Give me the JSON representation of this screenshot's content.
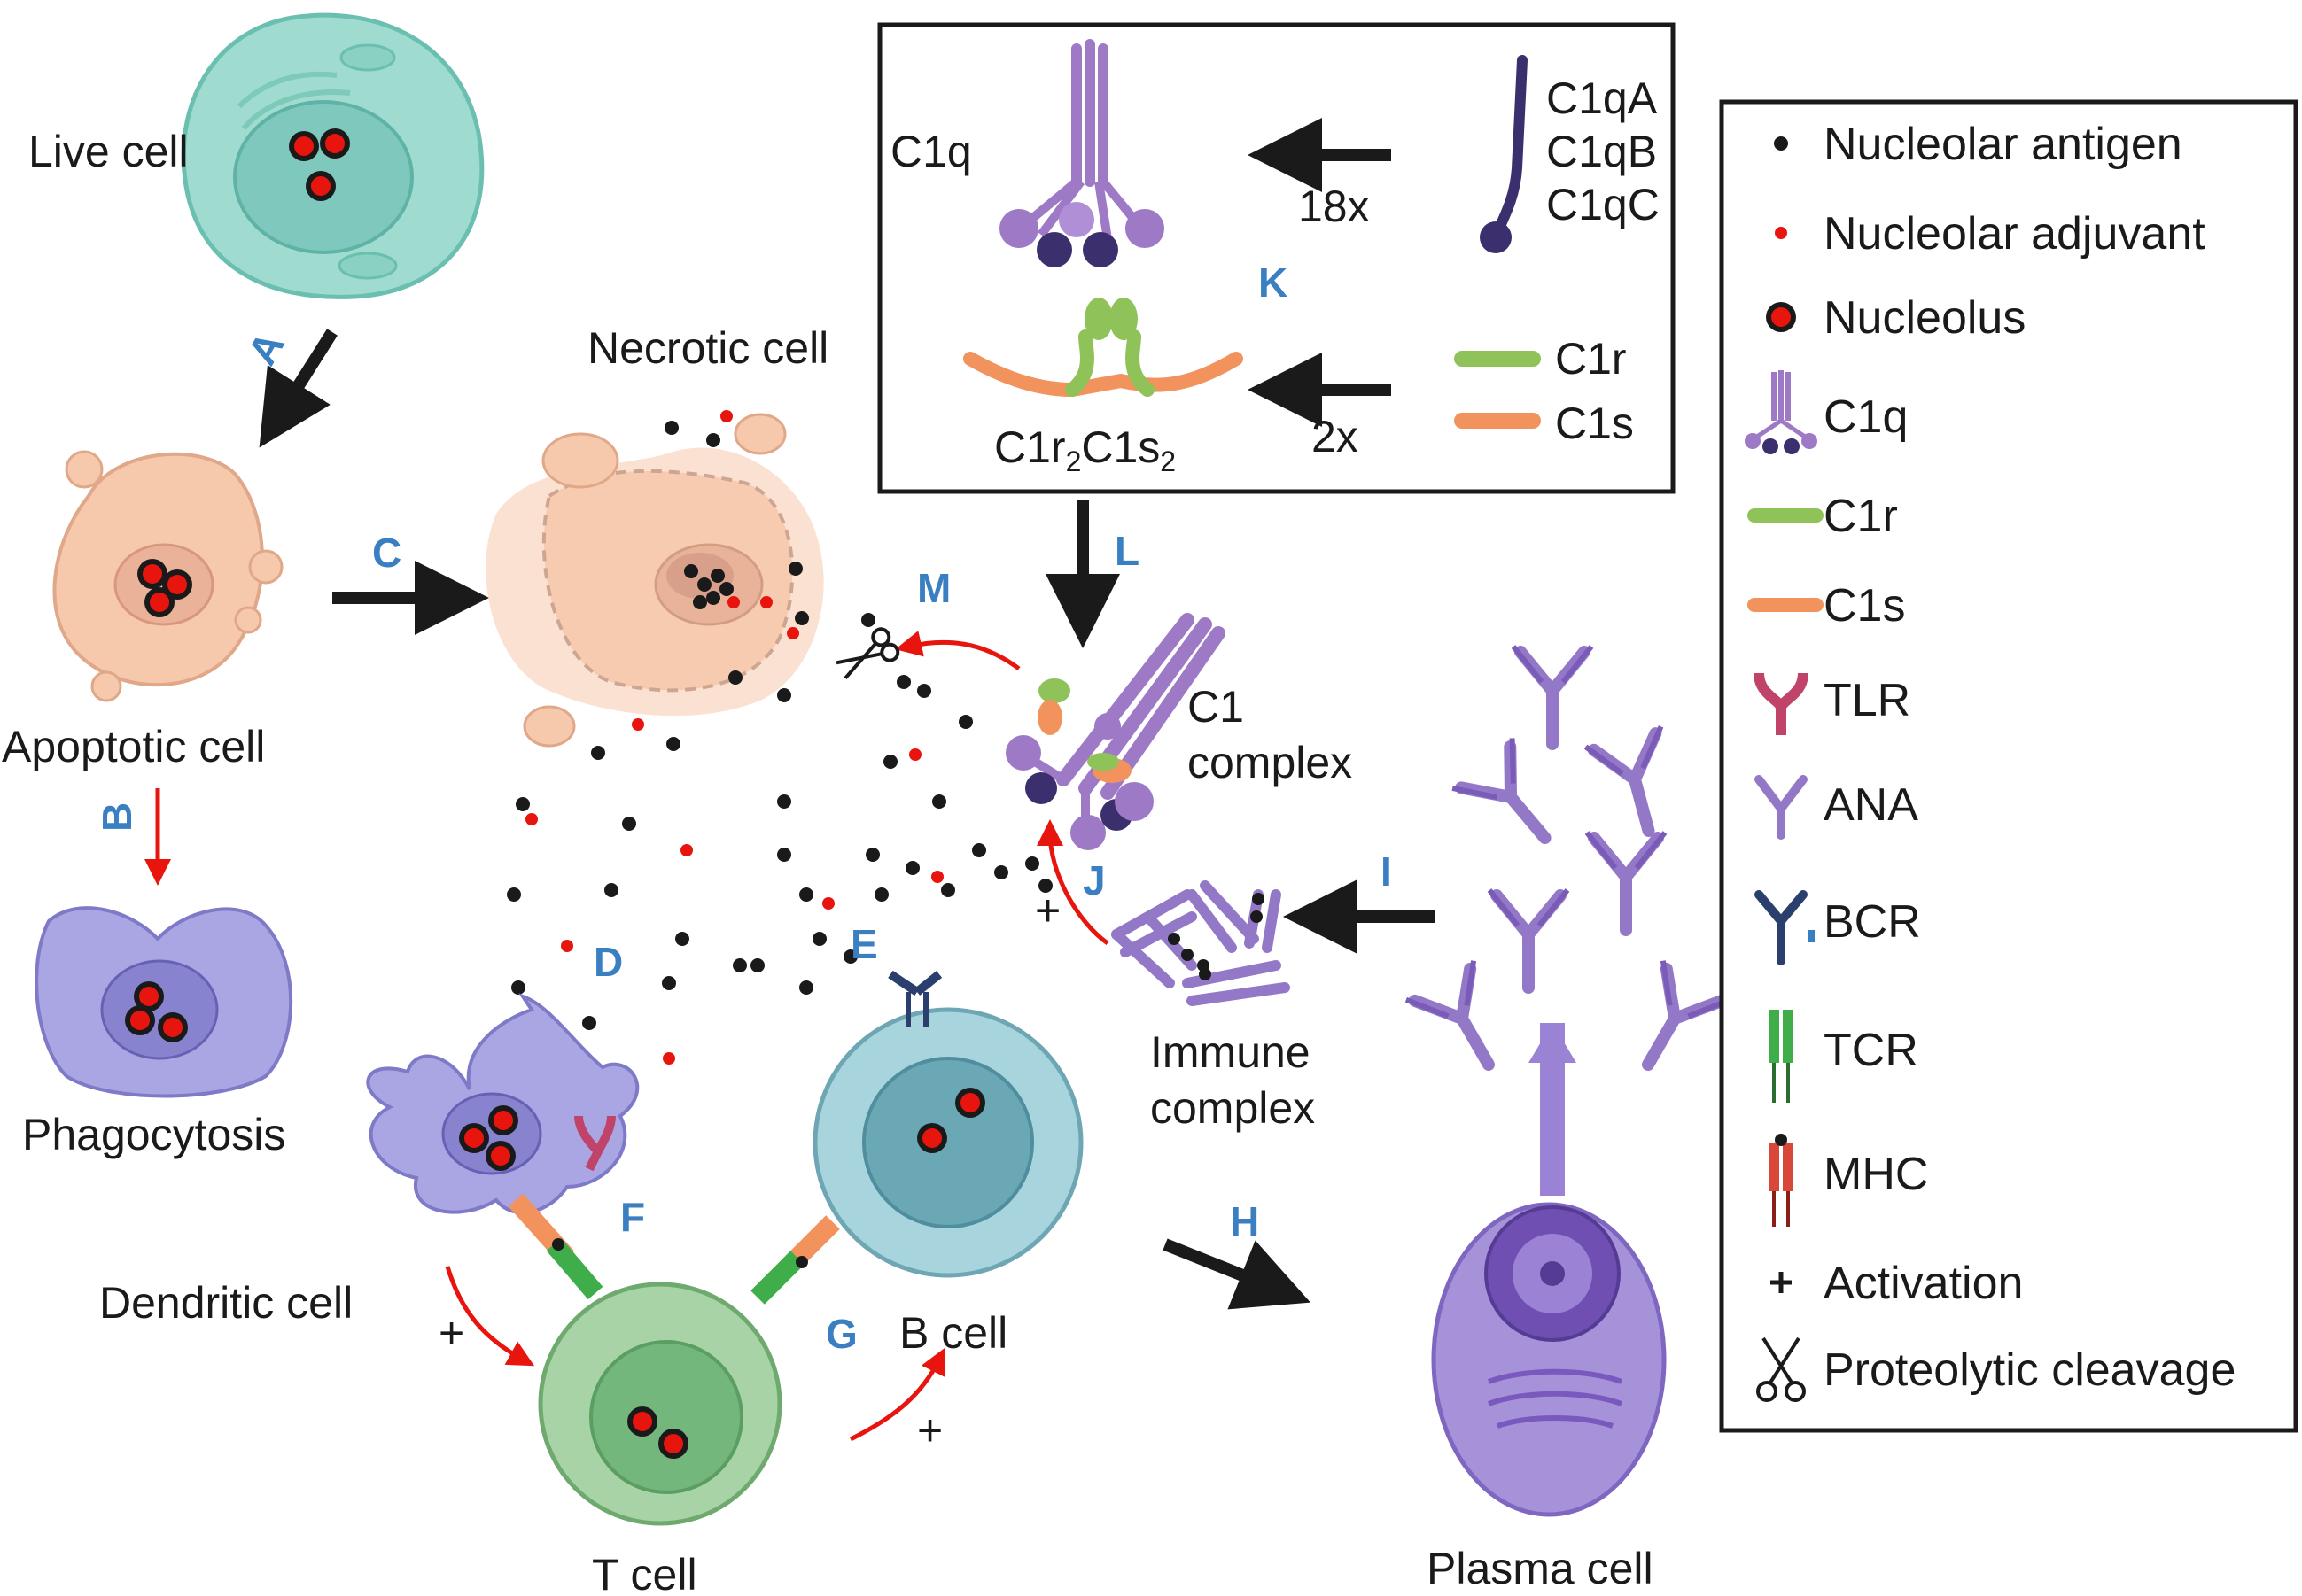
{
  "cells": {
    "live": "Live cell",
    "apoptotic": "Apoptotic cell",
    "necrotic": "Necrotic cell",
    "phagocytosis": "Phagocytosis",
    "dendritic": "Dendritic cell",
    "t_cell": "T cell",
    "b_cell": "B cell",
    "plasma": "Plasma cell"
  },
  "step_letters": {
    "A": "A",
    "B": "B",
    "C": "C",
    "D": "D",
    "E": "E",
    "F": "F",
    "G": "G",
    "H": "H",
    "I": "I",
    "J": "J",
    "K": "K",
    "L": "L",
    "M": "M"
  },
  "c1_box": {
    "c1q": "C1q",
    "c1qa": "C1qA",
    "c1qb": "C1qB",
    "c1qc": "C1qC",
    "mult_18": "18x",
    "mult_2": "2x",
    "c1r": "C1r",
    "c1s": "C1s",
    "c1r2c1s2_main": "C1r",
    "c1r2c1s2_sub1": "2",
    "c1r2c1s2_mid": "C1s",
    "c1r2c1s2_sub2": "2"
  },
  "c1_complex": {
    "line1": "C1",
    "line2": "complex"
  },
  "immune_complex": {
    "line1": "Immune",
    "line2": "complex"
  },
  "activation_sign": "+",
  "legend": {
    "items": [
      {
        "icon": "nucleolar-antigen-icon",
        "label": "Nucleolar antigen"
      },
      {
        "icon": "nucleolar-adjuvant-icon",
        "label": "Nucleolar adjuvant"
      },
      {
        "icon": "nucleolus-icon",
        "label": "Nucleolus"
      },
      {
        "icon": "c1q-icon",
        "label": "C1q"
      },
      {
        "icon": "c1r-icon",
        "label": "C1r"
      },
      {
        "icon": "c1s-icon",
        "label": "C1s"
      },
      {
        "icon": "tlr-icon",
        "label": "TLR"
      },
      {
        "icon": "ana-icon",
        "label": "ANA"
      },
      {
        "icon": "bcr-icon",
        "label": "BCR"
      },
      {
        "icon": "tcr-icon",
        "label": "TCR"
      },
      {
        "icon": "mhc-icon",
        "label": "MHC"
      },
      {
        "icon": "activation-icon",
        "label": "Activation"
      },
      {
        "icon": "scissors-icon",
        "label": "Proteolytic cleavage"
      }
    ]
  },
  "colors": {
    "live_cell": "#9fdccf",
    "apoptotic_cell": "#f6c9ad",
    "phagocyte": "#a9a6e3",
    "t_cell": "#a7d3a7",
    "b_cell": "#a8d4de",
    "plasma_cell": "#a592d8",
    "c1q": "#9d79c6",
    "c1r": "#8fc35a",
    "c1s": "#f2935e",
    "ana": "#9478c8",
    "step_letter": "#3a7fc1",
    "activation_arrow": "#e8150f"
  }
}
